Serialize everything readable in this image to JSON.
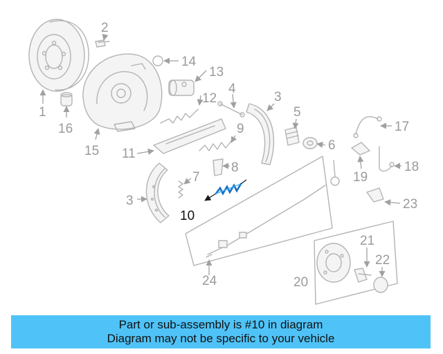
{
  "callouts": {
    "c1": "1",
    "c2": "2",
    "c3a": "3",
    "c3b": "3",
    "c4": "4",
    "c5": "5",
    "c6": "6",
    "c7": "7",
    "c8": "8",
    "c9": "9",
    "c10": "10",
    "c11": "11",
    "c12": "12",
    "c13": "13",
    "c14": "14",
    "c15": "15",
    "c16": "16",
    "c17": "17",
    "c18": "18",
    "c19": "19",
    "c20": "20",
    "c21": "21",
    "c22": "22",
    "c23": "23",
    "c24": "24"
  },
  "highlighted_part": "10",
  "colors": {
    "banner_bg": "#4fc3f7",
    "highlight": "#1b6fc2",
    "diagram_gray": "#b3b3b3"
  },
  "banner": {
    "line1": "Part or sub-assembly is #10 in diagram",
    "line2": "Diagram may not be specific to your vehicle"
  }
}
